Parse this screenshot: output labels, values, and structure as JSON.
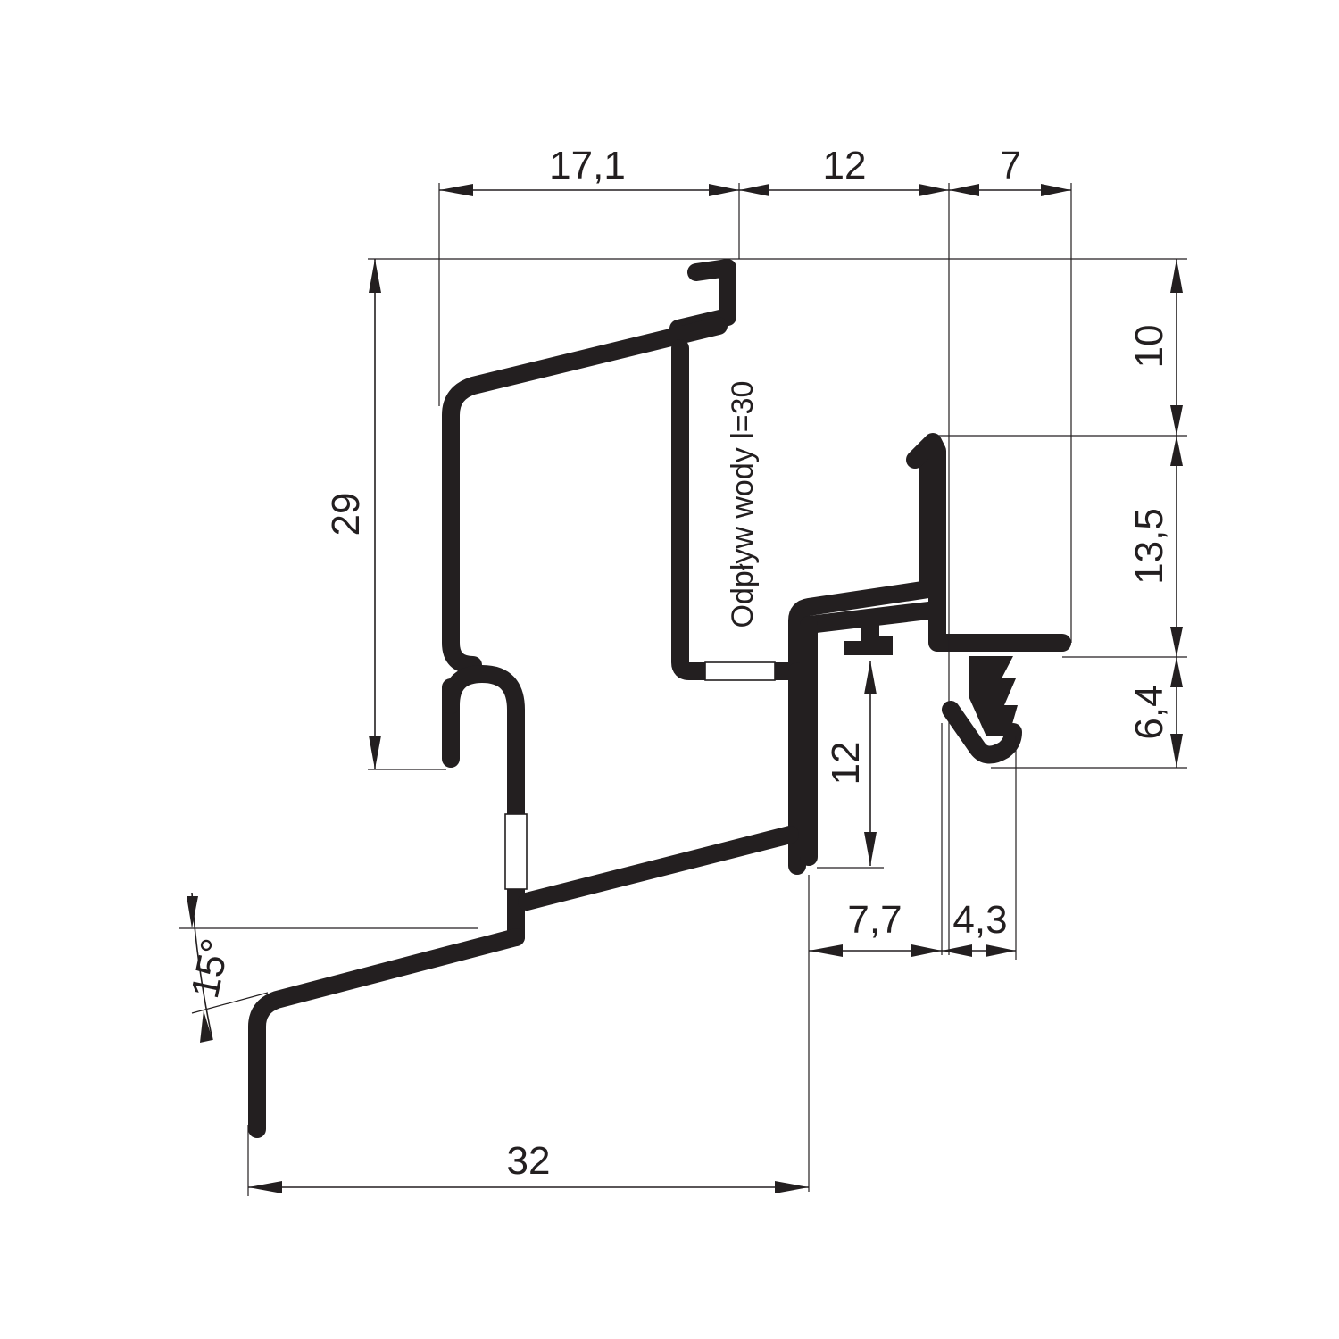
{
  "dimensions": {
    "top_left_width": "17,1",
    "top_mid_width": "12",
    "top_right_width": "7",
    "left_height": "29",
    "right_top_height": "10",
    "right_mid_height": "13,5",
    "right_low_height": "6,4",
    "inner_height": "12",
    "bottom_mid_width": "7,7",
    "bottom_right_width": "4,3",
    "bottom_width": "32",
    "angle": "15°"
  },
  "annotations": {
    "drain_note": "Odpływ wody l=30"
  },
  "colors": {
    "profile": "#231f20",
    "background": "#ffffff"
  }
}
